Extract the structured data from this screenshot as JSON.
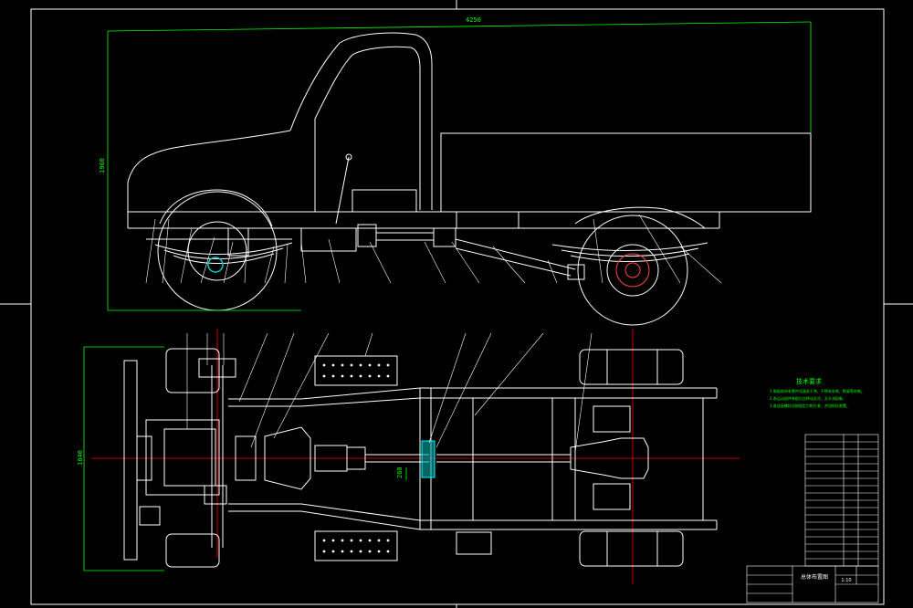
{
  "drawing": {
    "colors": {
      "background": "#000000",
      "outline": "#ffffff",
      "dimension": "#00ff00",
      "centerline": "#ff0000",
      "hatch": "#00cccc",
      "hub": "#ff4444"
    },
    "dimensions": {
      "overall_length": "4250",
      "overall_height": "1960",
      "track_width": "1640",
      "small_dim": "260"
    },
    "tech_notes": {
      "title": "技术要求",
      "lines": [
        "1.装配前所有零件须清洗干净，不得有毛刺、铁屑等杂物。",
        "2.各运动部件装配后应转动灵活，无卡滞现象。",
        "3.各连接螺栓须按规定力矩拧紧，并加防松装置。"
      ]
    },
    "title_block": {
      "title": "总体布置图",
      "scale": "1:10"
    }
  }
}
